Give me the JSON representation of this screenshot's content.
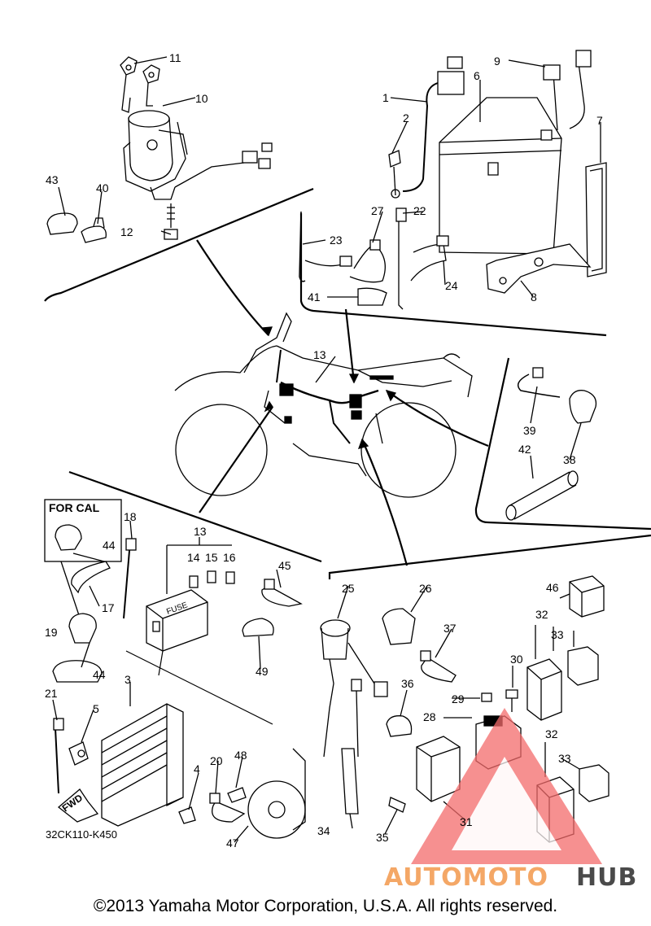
{
  "diagram": {
    "callouts": [
      "1",
      "2",
      "3",
      "4",
      "5",
      "6",
      "7",
      "8",
      "9",
      "10",
      "11",
      "12",
      "13",
      "14",
      "15",
      "16",
      "17",
      "18",
      "19",
      "20",
      "21",
      "22",
      "23",
      "24",
      "25",
      "26",
      "27",
      "28",
      "29",
      "30",
      "31",
      "32",
      "33",
      "34",
      "35",
      "36",
      "37",
      "38",
      "39",
      "40",
      "41",
      "42",
      "43",
      "44",
      "45",
      "46",
      "47",
      "48",
      "49"
    ],
    "for_cal_label": "FOR CAL",
    "fuse_label": "FUSE",
    "fwd_label": "FWD",
    "part_code": "32CK110-K450"
  },
  "watermark": {
    "part1": "AUTOMOTO",
    "part2": "HUB",
    "color1": "#f4a766",
    "color2": "#4a4a4a",
    "triangle_color": "#f36b6b"
  },
  "footer": {
    "copyright": "©2013 Yamaha Motor Corporation, U.S.A. All rights reserved."
  }
}
